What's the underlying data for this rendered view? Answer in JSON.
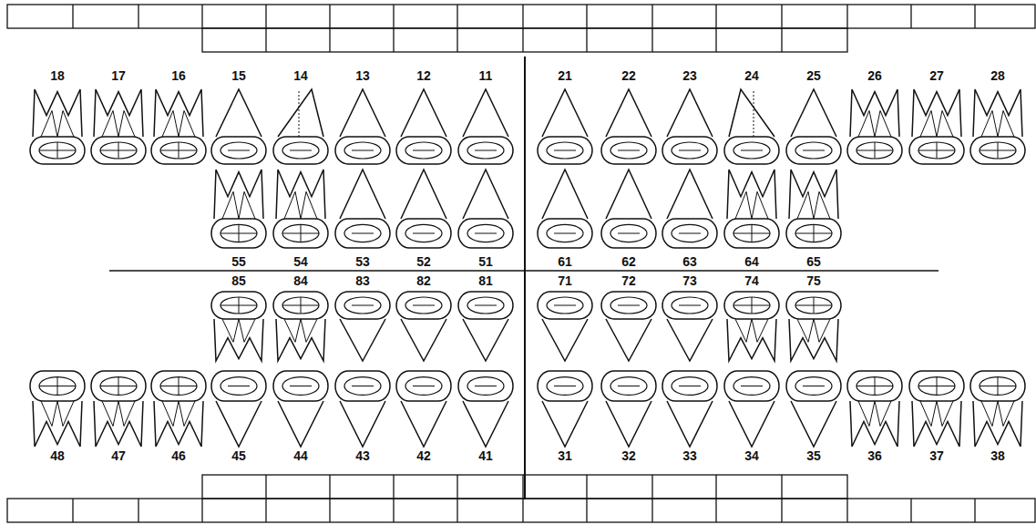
{
  "diagram": {
    "labels": [
      "18",
      "17",
      "16",
      "15",
      "14",
      "13",
      "12",
      "11",
      "21",
      "22",
      "23",
      "24",
      "25",
      "26",
      "27",
      "28",
      "55",
      "54",
      "53",
      "52",
      "51",
      "61",
      "62",
      "63",
      "64",
      "65",
      "85",
      "84",
      "83",
      "82",
      "81",
      "71",
      "72",
      "73",
      "74",
      "75",
      "48",
      "47",
      "46",
      "45",
      "44",
      "43",
      "42",
      "41",
      "31",
      "32",
      "33",
      "34",
      "35",
      "36",
      "37",
      "38"
    ]
  }
}
